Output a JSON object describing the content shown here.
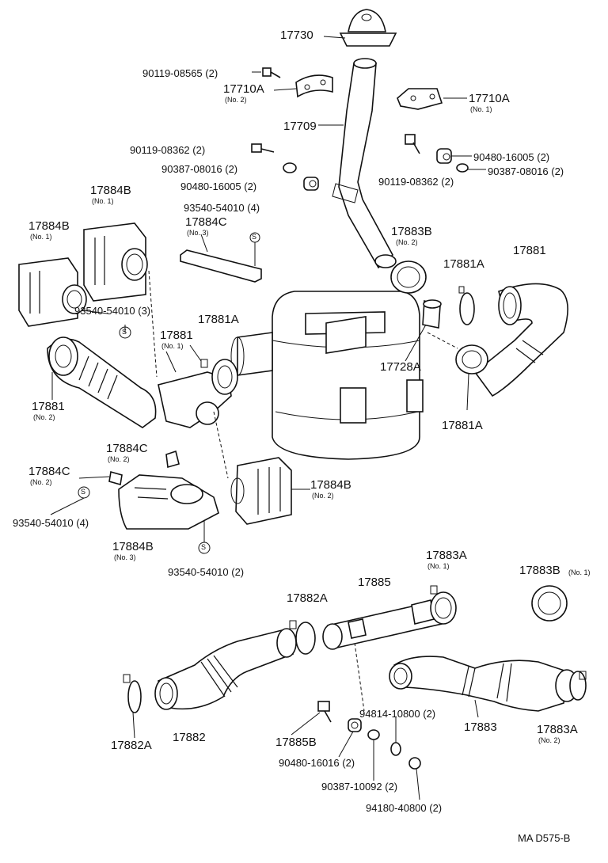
{
  "parts": {
    "p17730": "17730",
    "p90119_08565": "90119-08565 (2)",
    "p17710A_left": "17710A",
    "p17710A_left_note": "(No. 2)",
    "p17710A_right": "17710A",
    "p17710A_right_note": "(No. 1)",
    "p17709": "17709",
    "p90119_08362_top": "90119-08362 (2)",
    "p90387_08016_left": "90387-08016 (2)",
    "p90480_16005_left": "90480-16005 (2)",
    "p90480_16005_right": "90480-16005 (2)",
    "p90387_08016_right": "90387-08016 (2)",
    "p90119_08362_right": "90119-08362 (2)",
    "p93540_54010_4_top": "93540-54010 (4)",
    "p17884B_a": "17884B",
    "p17884B_a_note": "(No. 1)",
    "p17884B_b": "17884B",
    "p17884B_b_note": "(No. 1)",
    "p17884C_top": "17884C",
    "p17884C_top_note": "(No. 3)",
    "p17883B_mid": "17883B",
    "p17883B_mid_note": "(No. 2)",
    "p17881A_r1": "17881A",
    "p17881_right": "17881",
    "p93540_54010_3": "93540-54010 (3)",
    "p17881A_mid": "17881A",
    "p17881_mid": "17881",
    "p17881_mid_note": "(No. 1)",
    "p17728A": "17728A",
    "p17881_left": "17881",
    "p17881_left_note": "(No. 2)",
    "p17881A_r2": "17881A",
    "p17884C_small": "17884C",
    "p17884C_small_note": "(No. 2)",
    "p17884C_left": "17884C",
    "p17884C_left_note": "(No. 2)",
    "p17884B_no2": "17884B",
    "p17884B_no2_note": "(No. 2)",
    "p93540_54010_4_bot": "93540-54010 (4)",
    "p17884B_no3": "17884B",
    "p17884B_no3_note": "(No. 3)",
    "p93540_54010_2": "93540-54010 (2)",
    "p17883A_top": "17883A",
    "p17883A_top_note": "(No. 1)",
    "p17883B_bot": "17883B",
    "p17883B_bot_note": "(No. 1)",
    "p17882A_top": "17882A",
    "p17885": "17885",
    "p94814_10800": "94814-10800 (2)",
    "p17885B": "17885B",
    "p17882A_bot": "17882A",
    "p17882": "17882",
    "p17883": "17883",
    "p17883A_bot": "17883A",
    "p17883A_bot_note": "(No. 2)",
    "p90480_16016": "90480-16016 (2)",
    "p90387_10092": "90387-10092 (2)",
    "p94180_40800": "94180-40800 (2)",
    "s_mark": "S",
    "code": "MA D575-B"
  }
}
